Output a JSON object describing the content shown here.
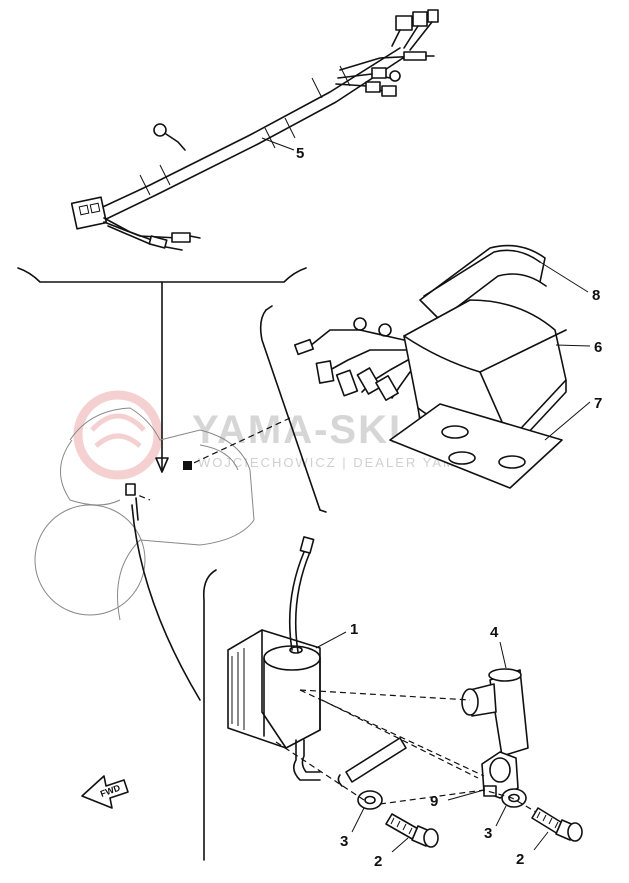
{
  "watermark": {
    "main": "YAMA-SKLEP.PL",
    "sub": "WOJCIECHOWICZ | DEALER YAMAHA",
    "logo_color": "#e89a9a",
    "text_color": "#d4d4d4"
  },
  "direction_marker": "FWD",
  "callouts": {
    "c1": "1",
    "c2a": "2",
    "c2b": "2",
    "c3a": "3",
    "c3b": "3",
    "c4": "4",
    "c5": "5",
    "c6": "6",
    "c7": "7",
    "c8": "8",
    "c9": "9"
  },
  "line_color": "#111111"
}
